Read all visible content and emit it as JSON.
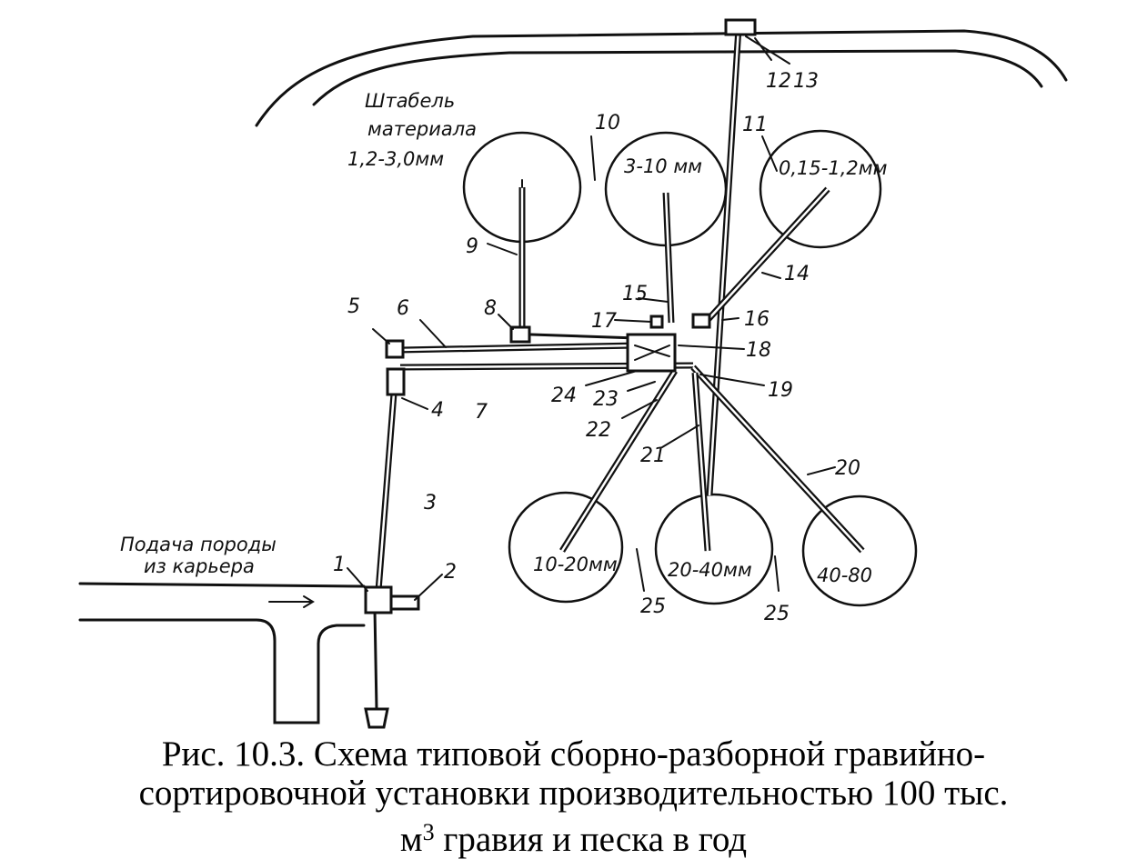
{
  "labels": {
    "stockpile_note": [
      "Штабель",
      "материала",
      "1,2-3,0мм"
    ],
    "feed_note": [
      "Подача породы",
      "из карьера"
    ],
    "piles_top": [
      "3-10 мм",
      "0,15-1,2мм"
    ],
    "piles_bottom": [
      "10-20мм",
      "20-40мм",
      "40-80"
    ],
    "numbers": [
      "1",
      "2",
      "3",
      "4",
      "5",
      "6",
      "7",
      "8",
      "9",
      "10",
      "11",
      "12",
      "13",
      "14",
      "15",
      "16",
      "17",
      "18",
      "19",
      "20",
      "21",
      "22",
      "23",
      "24",
      "25",
      "25"
    ]
  },
  "caption": {
    "line1": "Рис. 10.3. Схема типовой сборно-разборной гравийно-",
    "line2": "сортировочной установки производительностью 100 тыс.",
    "line3_unit": "м",
    "line3_sup": "3",
    "line3_rest": " гравия и песка в год"
  }
}
